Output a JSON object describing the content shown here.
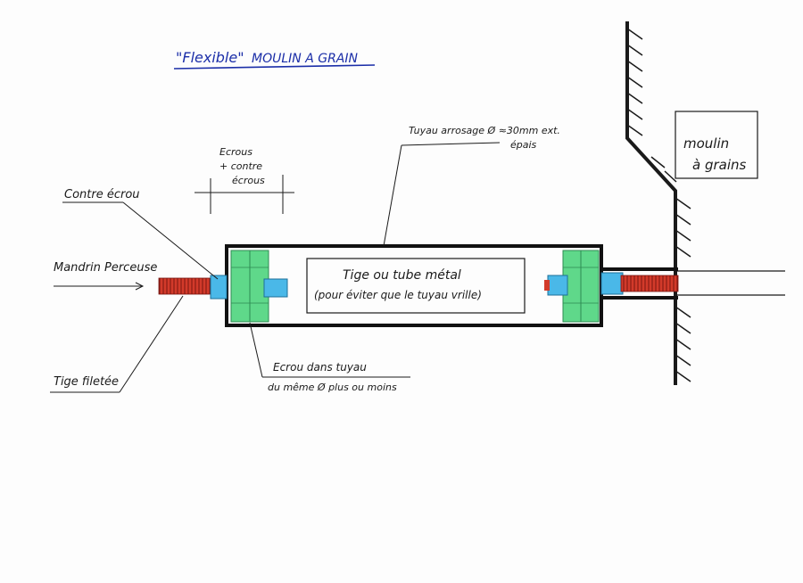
{
  "title": {
    "quote_word": "\"Flexible\"",
    "rest": "MOULIN A GRAIN"
  },
  "labels": {
    "ecrous_line1": "Ecrous",
    "ecrous_line2": "+ contre",
    "ecrous_line3": "écrous",
    "contre_ecrou": "Contre écrou",
    "mandrin": "Mandrin Perceuse",
    "tige": "Tige filetée",
    "ecrou_tuyau_line1": "Ecrou dans tuyau",
    "ecrou_tuyau_line2": "du même Ø plus ou moins",
    "tuyau_line1": "Tuyau arrosage Ø ≈30mm ext.",
    "tuyau_line2": "épais",
    "inner_line1": "Tige ou tube métal",
    "inner_line2": "(pour éviter que le tuyau vrille)",
    "moulin_line1": "moulin",
    "moulin_line2": "à grains"
  },
  "colors": {
    "title_ink": "#1b2ea8",
    "ink": "#1a1a1a",
    "threaded_rod": "#d23a2a",
    "nut_blue": "#4ab8e8",
    "nut_green": "#5fd88a"
  }
}
